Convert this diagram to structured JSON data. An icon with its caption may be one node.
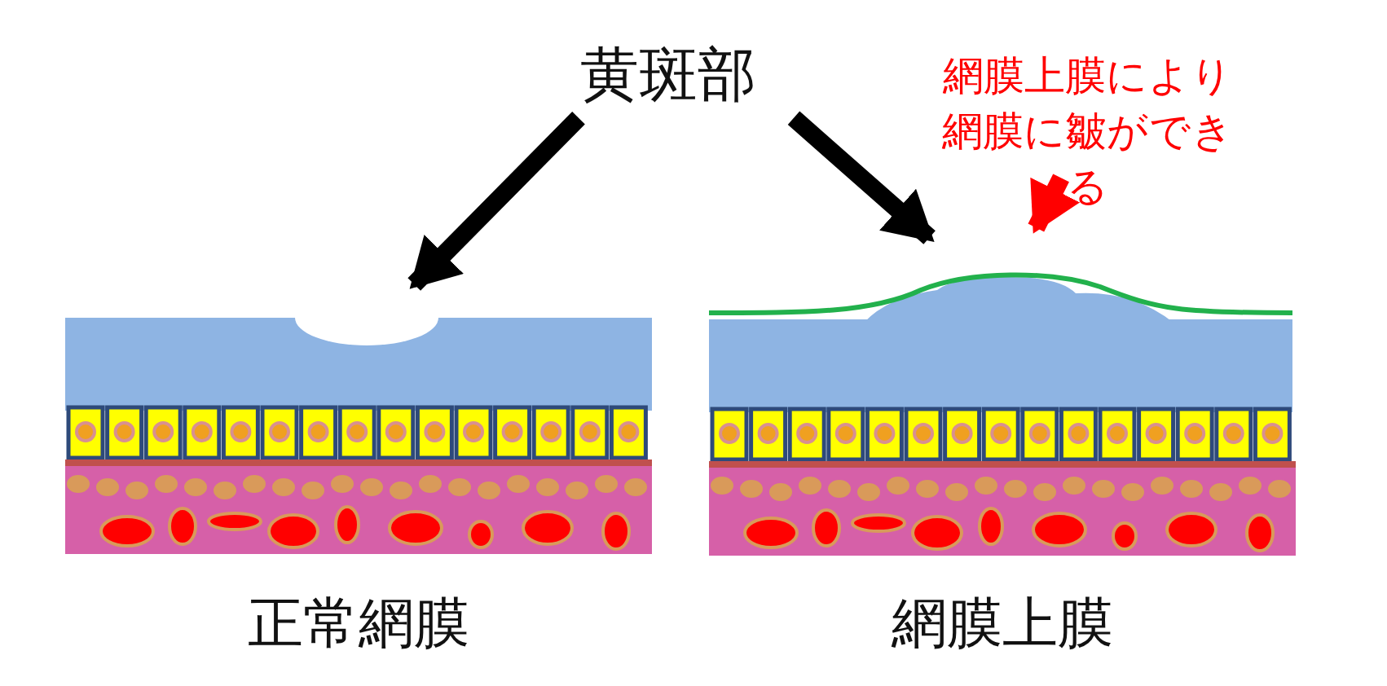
{
  "diagram": {
    "nodes": [
      {
        "text": [
          "黄斑部"
        ]
      },
      {
        "text": [
          "正常網膜"
        ]
      },
      {
        "text": [
          "網膜上膜"
        ]
      },
      {
        "text": [
          "網膜上膜により網膜に皺ができる"
        ]
      }
    ],
    "edges": [
      {
        "from": 0,
        "to": 1,
        "arrow": "to"
      },
      {
        "from": 0,
        "to": 2,
        "arrow": "to"
      },
      {
        "from": 3,
        "to": 2,
        "arrow": "to",
        "color": "#ff0000"
      }
    ]
  }
}
